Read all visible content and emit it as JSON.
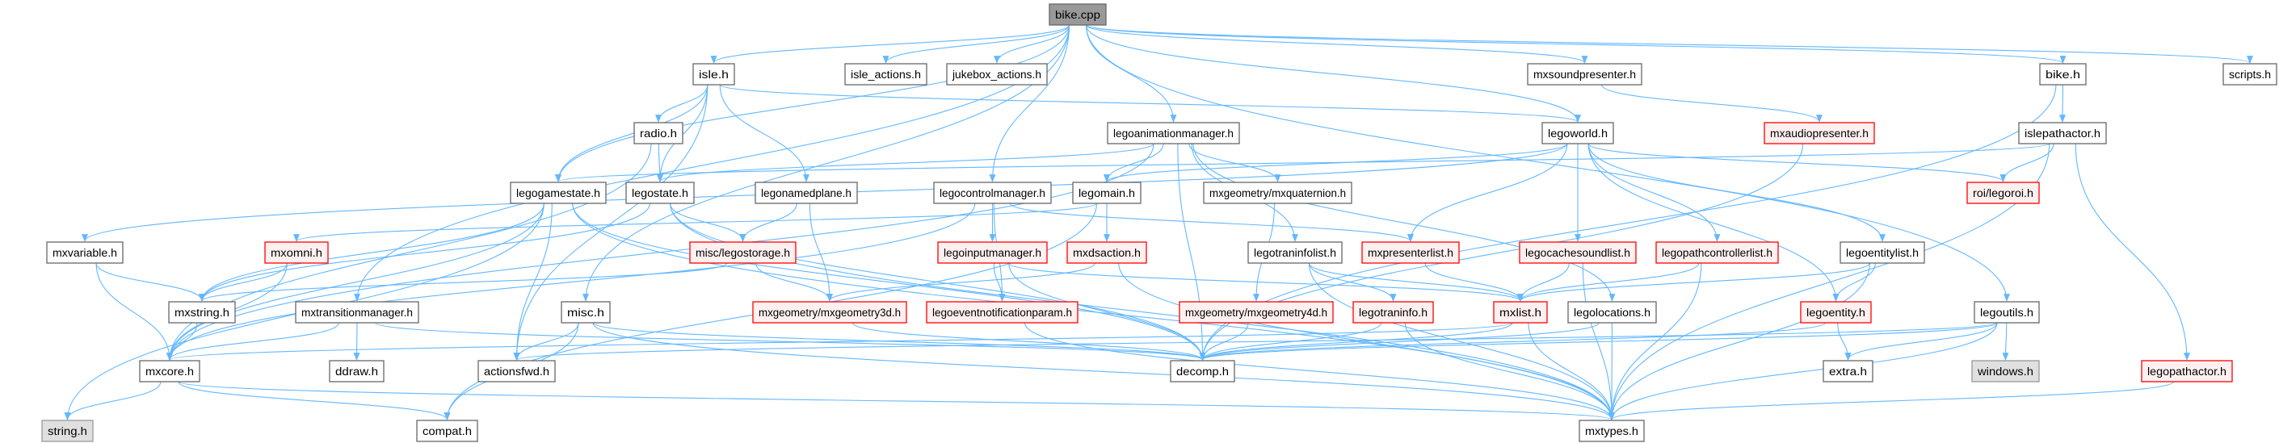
{
  "title": "bike.cpp",
  "colors": {
    "edge": "#63b8ff",
    "normal_border": "#666666",
    "normal_fill": "#ffffff",
    "red_border": "#ff0000",
    "red_fill": "#fff0f0",
    "grey_border": "#999999",
    "grey_fill": "#e0e0e0",
    "root_fill": "#999999"
  },
  "nodes": [
    {
      "id": "bike_cpp",
      "label": "bike.cpp",
      "kind": "root"
    },
    {
      "id": "isle_h",
      "label": "isle.h",
      "kind": "normal"
    },
    {
      "id": "isle_actions_h",
      "label": "isle_actions.h",
      "kind": "normal"
    },
    {
      "id": "jukebox_actions_h",
      "label": "jukebox_actions.h",
      "kind": "normal"
    },
    {
      "id": "mxsoundpresenter_h",
      "label": "mxsoundpresenter.h",
      "kind": "normal"
    },
    {
      "id": "bike_h",
      "label": "bike.h",
      "kind": "normal"
    },
    {
      "id": "scripts_h",
      "label": "scripts.h",
      "kind": "normal"
    },
    {
      "id": "radio_h",
      "label": "radio.h",
      "kind": "normal"
    },
    {
      "id": "legoanimationmanager_h",
      "label": "legoanimationmanager.h",
      "kind": "normal"
    },
    {
      "id": "legoworld_h",
      "label": "legoworld.h",
      "kind": "normal"
    },
    {
      "id": "mxaudiopresenter_h",
      "label": "mxaudiopresenter.h",
      "kind": "red"
    },
    {
      "id": "islepathactor_h",
      "label": "islepathactor.h",
      "kind": "normal"
    },
    {
      "id": "legogamestate_h",
      "label": "legogamestate.h",
      "kind": "normal"
    },
    {
      "id": "legostate_h",
      "label": "legostate.h",
      "kind": "normal"
    },
    {
      "id": "legonamedplane_h",
      "label": "legonamedplane.h",
      "kind": "normal"
    },
    {
      "id": "legocontrolmanager_h",
      "label": "legocontrolmanager.h",
      "kind": "normal"
    },
    {
      "id": "legomain_h",
      "label": "legomain.h",
      "kind": "normal"
    },
    {
      "id": "mxquaternion_h",
      "label": "mxgeometry/mxquaternion.h",
      "kind": "normal"
    },
    {
      "id": "legoroi_h",
      "label": "roi/legoroi.h",
      "kind": "red"
    },
    {
      "id": "mxvariable_h",
      "label": "mxvariable.h",
      "kind": "normal"
    },
    {
      "id": "mxomni_h",
      "label": "mxomni.h",
      "kind": "red"
    },
    {
      "id": "legostorage_h",
      "label": "misc/legostorage.h",
      "kind": "red"
    },
    {
      "id": "legoinputmanager_h",
      "label": "legoinputmanager.h",
      "kind": "red"
    },
    {
      "id": "mxdsaction_h",
      "label": "mxdsaction.h",
      "kind": "red"
    },
    {
      "id": "legotraninfolist_h",
      "label": "legotraninfolist.h",
      "kind": "normal"
    },
    {
      "id": "mxpresenterlist_h",
      "label": "mxpresenterlist.h",
      "kind": "red"
    },
    {
      "id": "legocachesoundlist_h",
      "label": "legocachesoundlist.h",
      "kind": "red"
    },
    {
      "id": "legopathcontrollerlist_h",
      "label": "legopathcontrollerlist.h",
      "kind": "red"
    },
    {
      "id": "legoentitylist_h",
      "label": "legoentitylist.h",
      "kind": "normal"
    },
    {
      "id": "mxstring_h",
      "label": "mxstring.h",
      "kind": "normal"
    },
    {
      "id": "mxtransitionmanager_h",
      "label": "mxtransitionmanager.h",
      "kind": "normal"
    },
    {
      "id": "misc_h",
      "label": "misc.h",
      "kind": "normal"
    },
    {
      "id": "mxgeometry3d_h",
      "label": "mxgeometry/mxgeometry3d.h",
      "kind": "red"
    },
    {
      "id": "legoeventnotificationparam_h",
      "label": "legoeventnotificationparam.h",
      "kind": "red"
    },
    {
      "id": "mxgeometry4d_h",
      "label": "mxgeometry/mxgeometry4d.h",
      "kind": "red"
    },
    {
      "id": "legotraninfo_h",
      "label": "legotraninfo.h",
      "kind": "red"
    },
    {
      "id": "mxlist_h",
      "label": "mxlist.h",
      "kind": "red"
    },
    {
      "id": "legolocations_h",
      "label": "legolocations.h",
      "kind": "normal"
    },
    {
      "id": "legoentity_h",
      "label": "legoentity.h",
      "kind": "red"
    },
    {
      "id": "legoutils_h",
      "label": "legoutils.h",
      "kind": "normal"
    },
    {
      "id": "mxcore_h",
      "label": "mxcore.h",
      "kind": "normal"
    },
    {
      "id": "ddraw_h",
      "label": "ddraw.h",
      "kind": "normal"
    },
    {
      "id": "actionsfwd_h",
      "label": "actionsfwd.h",
      "kind": "normal"
    },
    {
      "id": "decomp_h",
      "label": "decomp.h",
      "kind": "normal"
    },
    {
      "id": "extra_h",
      "label": "extra.h",
      "kind": "normal"
    },
    {
      "id": "windows_h",
      "label": "windows.h",
      "kind": "grey"
    },
    {
      "id": "legopathactor_h",
      "label": "legopathactor.h",
      "kind": "red"
    },
    {
      "id": "string_h",
      "label": "string.h",
      "kind": "grey"
    },
    {
      "id": "compat_h",
      "label": "compat.h",
      "kind": "normal"
    },
    {
      "id": "mxtypes_h",
      "label": "mxtypes.h",
      "kind": "normal"
    }
  ],
  "edges": [
    [
      "bike_cpp",
      "isle_h"
    ],
    [
      "bike_cpp",
      "isle_actions_h"
    ],
    [
      "bike_cpp",
      "jukebox_actions_h"
    ],
    [
      "bike_cpp",
      "legoanimationmanager_h"
    ],
    [
      "bike_cpp",
      "legocontrolmanager_h"
    ],
    [
      "bike_cpp",
      "legogamestate_h"
    ],
    [
      "bike_cpp",
      "legoworld_h"
    ],
    [
      "bike_cpp",
      "misc_h"
    ],
    [
      "bike_cpp",
      "mxsoundpresenter_h"
    ],
    [
      "bike_cpp",
      "mxtransitionmanager_h"
    ],
    [
      "bike_cpp",
      "bike_h"
    ],
    [
      "bike_cpp",
      "scripts_h"
    ],
    [
      "bike_cpp",
      "legoutils_h"
    ],
    [
      "isle_h",
      "radio_h"
    ],
    [
      "isle_h",
      "legogamestate_h"
    ],
    [
      "isle_h",
      "legostate_h"
    ],
    [
      "isle_h",
      "legonamedplane_h"
    ],
    [
      "isle_h",
      "legoworld_h"
    ],
    [
      "isle_h",
      "actionsfwd_h"
    ],
    [
      "radio_h",
      "legostate_h"
    ],
    [
      "radio_h",
      "mxcore_h"
    ],
    [
      "legostate_h",
      "legostorage_h"
    ],
    [
      "legostate_h",
      "decomp_h"
    ],
    [
      "legostate_h",
      "mxstring_h"
    ],
    [
      "legostate_h",
      "mxtypes_h"
    ],
    [
      "legogamestate_h",
      "actionsfwd_h"
    ],
    [
      "legogamestate_h",
      "decomp_h"
    ],
    [
      "legogamestate_h",
      "mxtypes_h"
    ],
    [
      "legogamestate_h",
      "mxstring_h"
    ],
    [
      "legogamestate_h",
      "mxcore_h"
    ],
    [
      "legogamestate_h",
      "string_h"
    ],
    [
      "legonamedplane_h",
      "legostorage_h"
    ],
    [
      "legonamedplane_h",
      "mxgeometry3d_h"
    ],
    [
      "legoanimationmanager_h",
      "legomain_h"
    ],
    [
      "legoanimationmanager_h",
      "mxquaternion_h"
    ],
    [
      "legoanimationmanager_h",
      "legotraninfolist_h"
    ],
    [
      "legoanimationmanager_h",
      "decomp_h"
    ],
    [
      "legoanimationmanager_h",
      "legolocations_h"
    ],
    [
      "legoanimationmanager_h",
      "legostate_h"
    ],
    [
      "legoanimationmanager_h",
      "mxcore_h"
    ],
    [
      "legocontrolmanager_h",
      "legoinputmanager_h"
    ],
    [
      "legocontrolmanager_h",
      "legoeventnotificationparam_h"
    ],
    [
      "legocontrolmanager_h",
      "mxpresenterlist_h"
    ],
    [
      "legocontrolmanager_h",
      "mxcore_h"
    ],
    [
      "legomain_h",
      "mxdsaction_h"
    ],
    [
      "legomain_h",
      "mxomni_h"
    ],
    [
      "legomain_h",
      "compat_h"
    ],
    [
      "mxquaternion_h",
      "mxgeometry4d_h"
    ],
    [
      "legotraninfolist_h",
      "legotraninfo_h"
    ],
    [
      "legotraninfolist_h",
      "mxlist_h"
    ],
    [
      "legotraninfolist_h",
      "mxtypes_h"
    ],
    [
      "mxpresenterlist_h",
      "mxlist_h"
    ],
    [
      "legoworld_h",
      "legomain_h"
    ],
    [
      "legoworld_h",
      "legocachesoundlist_h"
    ],
    [
      "legoworld_h",
      "legopathcontrollerlist_h"
    ],
    [
      "legoworld_h",
      "legoentitylist_h"
    ],
    [
      "legoworld_h",
      "legoentity_h"
    ],
    [
      "legoworld_h",
      "legoroi_h"
    ],
    [
      "legoworld_h",
      "mxpresenterlist_h"
    ],
    [
      "legoworld_h",
      "mxvariable_h"
    ],
    [
      "mxsoundpresenter_h",
      "mxaudiopresenter_h"
    ],
    [
      "mxaudiopresenter_h",
      "decomp_h"
    ],
    [
      "bike_h",
      "islepathactor_h"
    ],
    [
      "bike_h",
      "decomp_h"
    ],
    [
      "islepathactor_h",
      "legoroi_h"
    ],
    [
      "islepathactor_h",
      "legopathactor_h"
    ],
    [
      "islepathactor_h",
      "mxtypes_h"
    ],
    [
      "islepathactor_h",
      "legogamestate_h"
    ],
    [
      "legoentitylist_h",
      "mxlist_h"
    ],
    [
      "legoentitylist_h",
      "mxtypes_h"
    ],
    [
      "legoentitylist_h",
      "legoentity_h"
    ],
    [
      "legocachesoundlist_h",
      "mxlist_h"
    ],
    [
      "legocachesoundlist_h",
      "mxtypes_h"
    ],
    [
      "legopathcontrollerlist_h",
      "mxlist_h"
    ],
    [
      "legopathcontrollerlist_h",
      "mxtypes_h"
    ],
    [
      "legoentity_h",
      "decomp_h"
    ],
    [
      "legoentity_h",
      "extra_h"
    ],
    [
      "legoutils_h",
      "decomp_h"
    ],
    [
      "legoutils_h",
      "extra_h"
    ],
    [
      "legoutils_h",
      "windows_h"
    ],
    [
      "legoutils_h",
      "mxtypes_h"
    ],
    [
      "legoutils_h",
      "actionsfwd_h"
    ],
    [
      "legopathactor_h",
      "mxtypes_h"
    ],
    [
      "mxvariable_h",
      "mxstring_h"
    ],
    [
      "mxvariable_h",
      "mxcore_h"
    ],
    [
      "mxomni_h",
      "mxstring_h"
    ],
    [
      "mxomni_h",
      "mxcore_h"
    ],
    [
      "legostorage_h",
      "mxstring_h"
    ],
    [
      "legostorage_h",
      "mxgeometry3d_h"
    ],
    [
      "mxstring_h",
      "mxcore_h"
    ],
    [
      "mxtransitionmanager_h",
      "ddraw_h"
    ],
    [
      "mxtransitionmanager_h",
      "mxcore_h"
    ],
    [
      "mxtransitionmanager_h",
      "decomp_h"
    ],
    [
      "misc_h",
      "actionsfwd_h"
    ],
    [
      "misc_h",
      "compat_h"
    ],
    [
      "misc_h",
      "decomp_h"
    ],
    [
      "misc_h",
      "mxtypes_h"
    ],
    [
      "mxcore_h",
      "string_h"
    ],
    [
      "mxcore_h",
      "compat_h"
    ],
    [
      "mxcore_h",
      "mxtypes_h"
    ],
    [
      "legoinputmanager_h",
      "decomp_h"
    ],
    [
      "legoinputmanager_h",
      "legoeventnotificationparam_h"
    ],
    [
      "legoinputmanager_h",
      "mxlist_h"
    ],
    [
      "mxdsaction_h",
      "mxgeometry3d_h"
    ],
    [
      "mxdsaction_h",
      "mxtypes_h"
    ],
    [
      "legoeventnotificationparam_h",
      "mxtypes_h"
    ],
    [
      "mxgeometry3d_h",
      "decomp_h"
    ],
    [
      "mxgeometry4d_h",
      "decomp_h"
    ],
    [
      "legotraninfo_h",
      "decomp_h"
    ],
    [
      "legotraninfo_h",
      "mxtypes_h"
    ],
    [
      "mxlist_h",
      "decomp_h"
    ],
    [
      "mxlist_h",
      "mxtypes_h"
    ],
    [
      "mxlist_h",
      "mxcore_h"
    ],
    [
      "legolocations_h",
      "mxtypes_h"
    ],
    [
      "legolocations_h",
      "decomp_h"
    ]
  ]
}
